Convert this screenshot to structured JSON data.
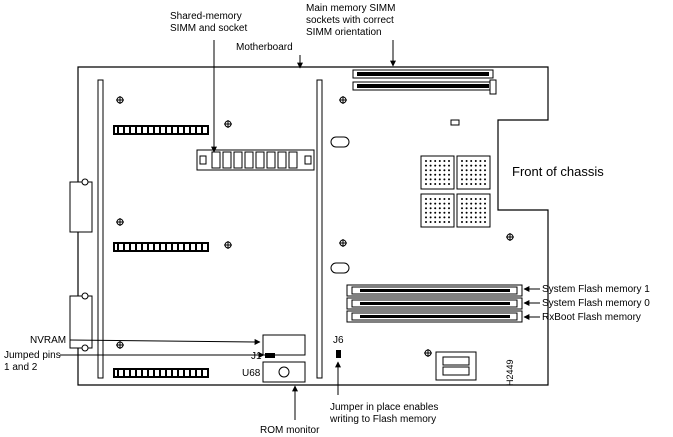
{
  "labels": {
    "shared_memory_line1": "Shared-memory",
    "shared_memory_line2": "SIMM and socket",
    "main_memory_line1": "Main memory SIMM",
    "main_memory_line2": "sockets with correct",
    "main_memory_line3": "SIMM orientation",
    "motherboard": "Motherboard",
    "front_of_chassis": "Front of chassis",
    "system_flash_1": "System Flash memory 1",
    "system_flash_0": "System Flash memory 0",
    "rxboot_flash": "RxBoot Flash memory",
    "nvram": "NVRAM",
    "jumped_pins_line1": "Jumped pins",
    "jumped_pins_line2": "1 and 2",
    "j1": "J1",
    "j6": "J6",
    "u68": "U68",
    "jumper_line1": "Jumper in place enables",
    "jumper_line2": "writing to Flash memory",
    "rom_monitor": "ROM monitor",
    "figure_id": "H2449"
  }
}
